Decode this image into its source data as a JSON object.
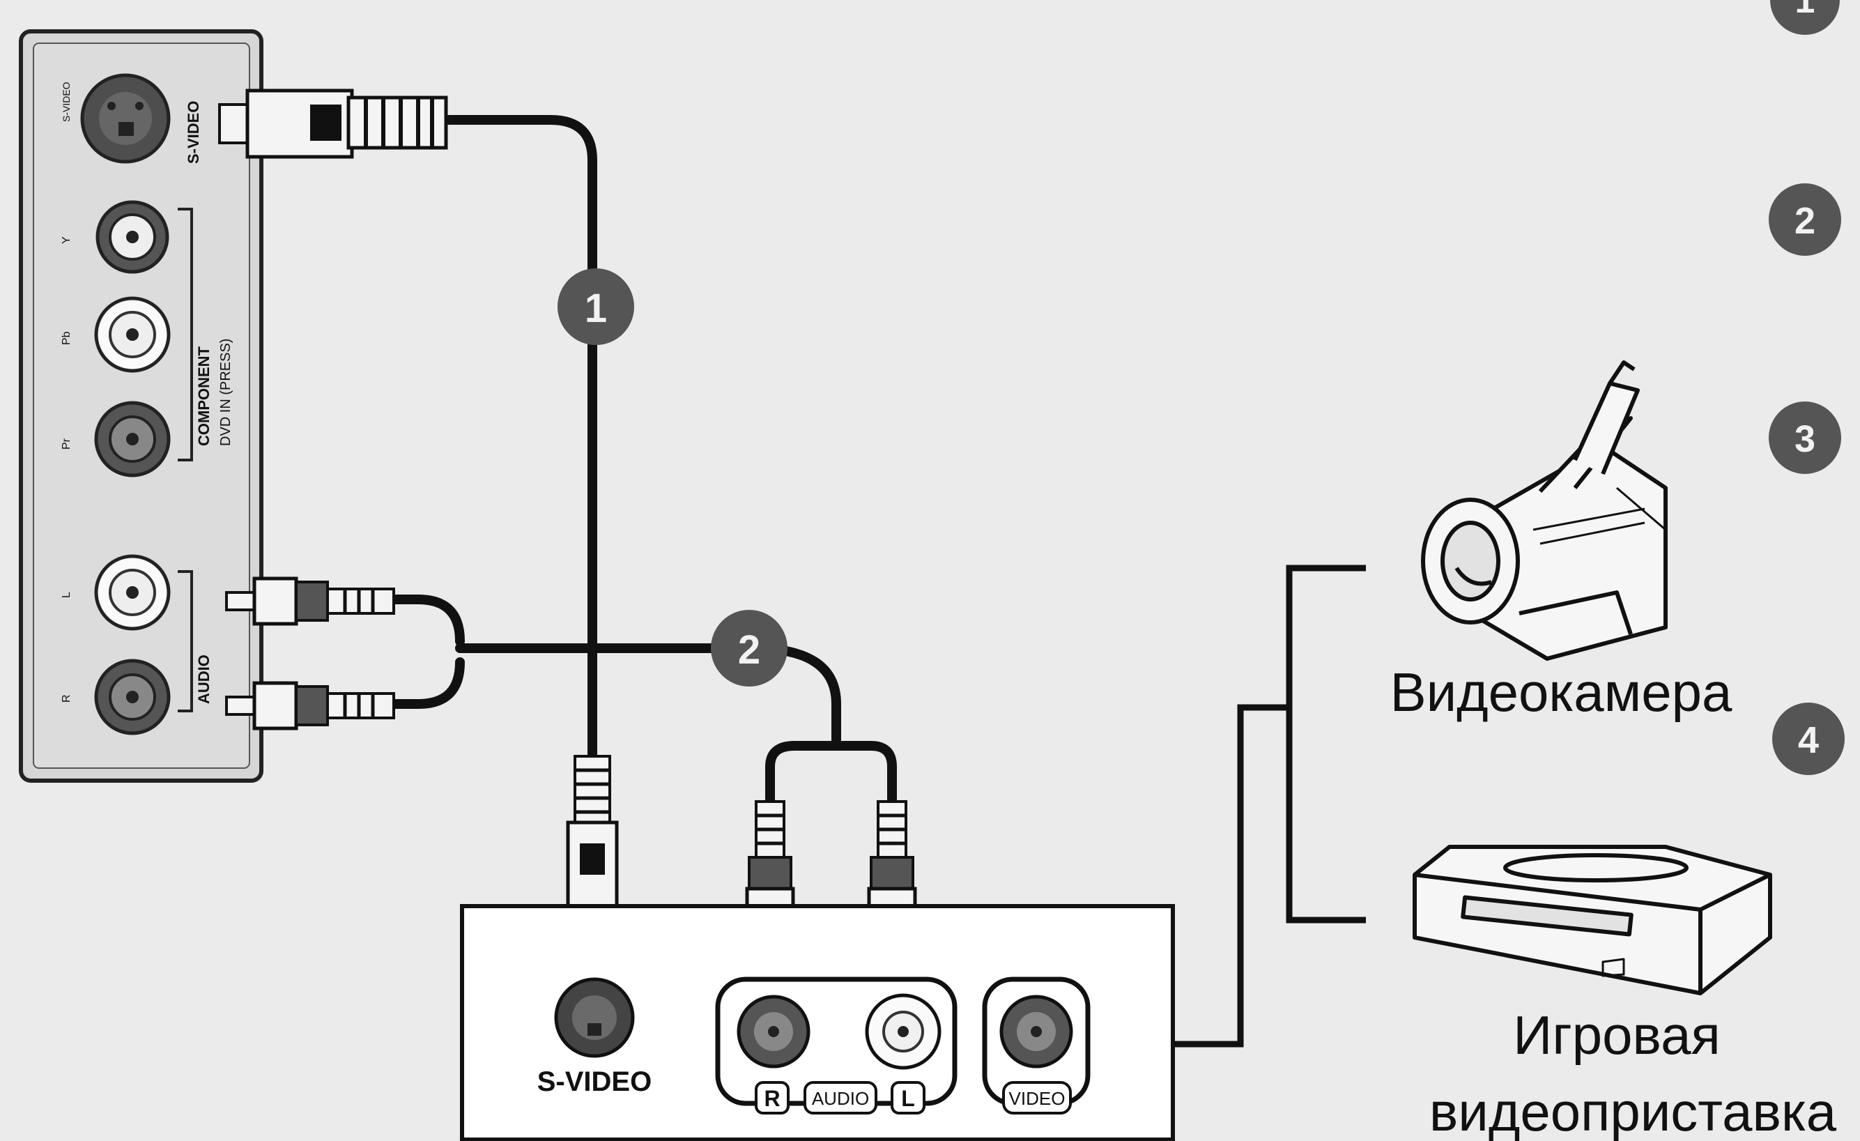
{
  "tv_panel": {
    "jack_labels": [
      "S-VIDEO",
      "Y",
      "Pb",
      "Pr",
      "L",
      "R"
    ],
    "side_labels": [
      "S-VIDEO",
      "COMPONENT",
      "DVD IN (PRESS)",
      "AUDIO"
    ]
  },
  "device_panel": {
    "svideo_label": "S-VIDEO",
    "audio_r_label": "R",
    "audio_label": "AUDIO",
    "audio_l_label": "L",
    "video_label": "VIDEO"
  },
  "badges": [
    "1",
    "2",
    "3",
    "4"
  ],
  "devices": {
    "camcorder_label": "Видеокамера",
    "console_label_line1": "Игровая",
    "console_label_line2": "видеоприставка"
  },
  "colors": {
    "background": "#ebebeb",
    "panel": "#d6d6d6",
    "cable": "#111111",
    "badge": "#555555",
    "jack_outer": "#5a5a5a"
  }
}
